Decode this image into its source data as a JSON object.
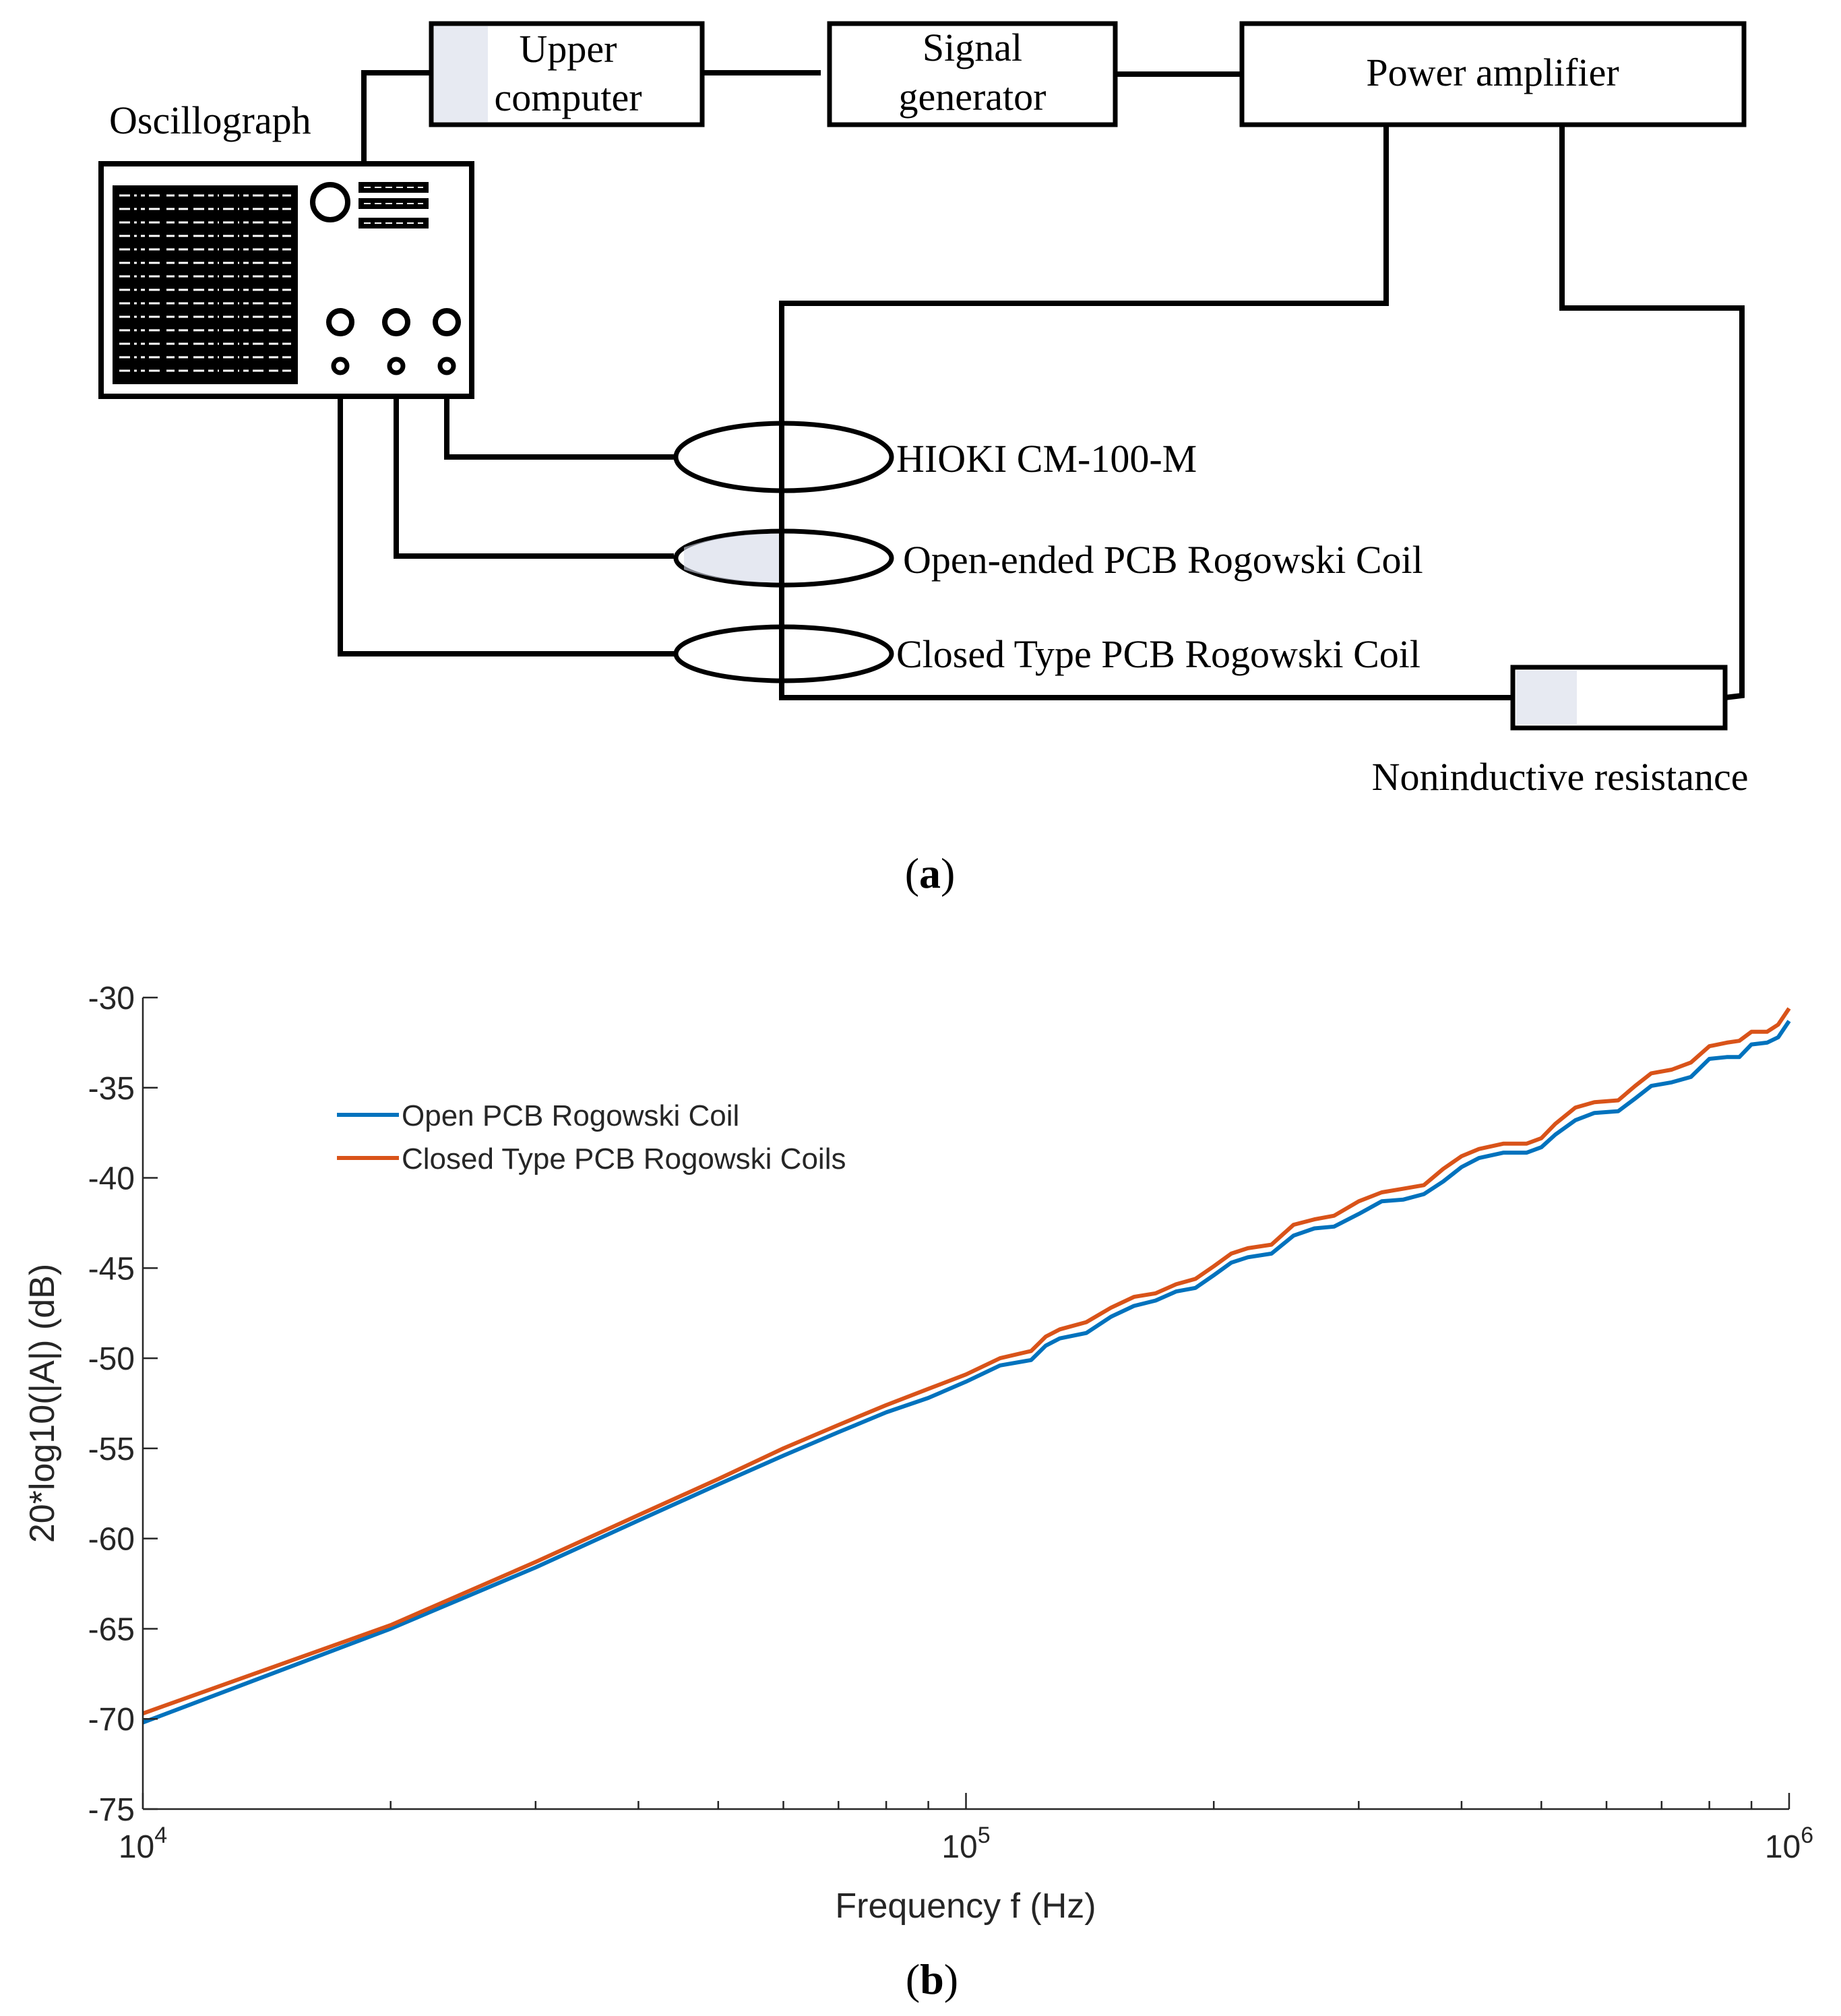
{
  "diagram": {
    "boxes": {
      "upper_computer": [
        "Upper",
        "computer"
      ],
      "signal_generator": [
        "Signal",
        "generator"
      ],
      "power_amplifier": "Power amplifier"
    },
    "oscillograph_label": "Oscillograph",
    "coil_labels": {
      "hioki": "HIOKI CM-100-M",
      "open_ended": "Open-ended PCB Rogowski Coil",
      "closed": "Closed Type PCB Rogowski Coil"
    },
    "resistor_label": "Noninductive resistance",
    "panel_label": {
      "open": "(",
      "letter": "a",
      "close": ")"
    }
  },
  "chart_data": {
    "type": "line",
    "title": "",
    "xlabel": "Frequency f (Hz)",
    "ylabel": "20*log10(|A|) (dB)",
    "xscale": "log",
    "xlim": [
      10000,
      1000000
    ],
    "ylim": [
      -75,
      -30
    ],
    "yticks": [
      -30,
      -35,
      -40,
      -45,
      -50,
      -55,
      -60,
      -65,
      -70,
      -75
    ],
    "xticks": [
      {
        "base": "10",
        "exp": "4",
        "value": 10000
      },
      {
        "base": "10",
        "exp": "5",
        "value": 100000
      },
      {
        "base": "10",
        "exp": "6",
        "value": 1000000
      }
    ],
    "grid": false,
    "legend_position": "top-left",
    "series": [
      {
        "name": "Open PCB Rogowski Coil",
        "color": "#0072BD",
        "x": [
          10000,
          20000,
          30000,
          40000,
          50000,
          60000,
          70000,
          80000,
          90000,
          100000,
          110000,
          120000,
          125000,
          130000,
          140000,
          150000,
          160000,
          170000,
          180000,
          190000,
          200000,
          210000,
          220000,
          235000,
          250000,
          265000,
          280000,
          300000,
          320000,
          340000,
          360000,
          380000,
          400000,
          420000,
          450000,
          480000,
          500000,
          520000,
          550000,
          580000,
          620000,
          650000,
          680000,
          720000,
          760000,
          800000,
          840000,
          870000,
          900000,
          940000,
          970000,
          1000000
        ],
        "y": [
          -70.2,
          -65.0,
          -61.6,
          -59.0,
          -57.0,
          -55.4,
          -54.1,
          -53.0,
          -52.2,
          -51.3,
          -50.4,
          -50.1,
          -49.3,
          -48.9,
          -48.6,
          -47.7,
          -47.1,
          -46.8,
          -46.3,
          -46.1,
          -45.4,
          -44.7,
          -44.4,
          -44.2,
          -43.2,
          -42.8,
          -42.7,
          -42.0,
          -41.3,
          -41.2,
          -40.9,
          -40.2,
          -39.4,
          -38.9,
          -38.6,
          -38.6,
          -38.3,
          -37.6,
          -36.8,
          -36.4,
          -36.3,
          -35.6,
          -34.9,
          -34.7,
          -34.4,
          -33.4,
          -33.3,
          -33.3,
          -32.6,
          -32.5,
          -32.2,
          -31.3
        ]
      },
      {
        "name": "Closed Type PCB Rogowski Coils",
        "color": "#D95319",
        "x": [
          10000,
          20000,
          30000,
          40000,
          50000,
          60000,
          70000,
          80000,
          90000,
          100000,
          110000,
          120000,
          125000,
          130000,
          140000,
          150000,
          160000,
          170000,
          180000,
          190000,
          200000,
          210000,
          220000,
          235000,
          250000,
          265000,
          280000,
          300000,
          320000,
          340000,
          360000,
          380000,
          400000,
          420000,
          450000,
          480000,
          500000,
          520000,
          550000,
          580000,
          620000,
          650000,
          680000,
          720000,
          760000,
          800000,
          840000,
          870000,
          900000,
          940000,
          970000,
          1000000
        ],
        "y": [
          -69.7,
          -64.8,
          -61.3,
          -58.7,
          -56.7,
          -55.0,
          -53.7,
          -52.6,
          -51.7,
          -50.9,
          -50.0,
          -49.6,
          -48.8,
          -48.4,
          -48.0,
          -47.2,
          -46.6,
          -46.4,
          -45.9,
          -45.6,
          -44.9,
          -44.2,
          -43.9,
          -43.7,
          -42.6,
          -42.3,
          -42.1,
          -41.3,
          -40.8,
          -40.6,
          -40.4,
          -39.5,
          -38.8,
          -38.4,
          -38.1,
          -38.1,
          -37.8,
          -37.0,
          -36.1,
          -35.8,
          -35.7,
          -34.9,
          -34.2,
          -34.0,
          -33.6,
          -32.7,
          -32.5,
          -32.4,
          -31.9,
          -31.9,
          -31.5,
          -30.6
        ]
      }
    ],
    "panel_label": {
      "open": "(",
      "letter": "b",
      "close": ")"
    }
  }
}
